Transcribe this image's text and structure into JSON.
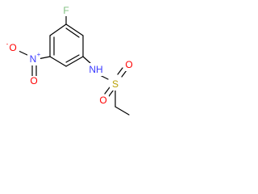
{
  "structure": {
    "atoms": {
      "fluorine": {
        "label": "F",
        "color": "#7fbf7f"
      },
      "nitro_nitrogen": {
        "label": "N",
        "color": "#3b3bff"
      },
      "nitro_charge": {
        "label": "+",
        "color": "#3b3bff"
      },
      "nitro_oxygen_left": {
        "label": "O",
        "color": "#ff0000"
      },
      "nitro_oxygen_left_charge": {
        "label": "-",
        "color": "#ff0000"
      },
      "nitro_oxygen_bottom": {
        "label": "O",
        "color": "#ff0000"
      },
      "amine": {
        "label": "NH",
        "color": "#3b3bff"
      },
      "sulfur": {
        "label": "S",
        "color": "#b8a000"
      },
      "sulfonyl_oxygen_top": {
        "label": "O",
        "color": "#ff0000"
      },
      "sulfonyl_oxygen_bottom": {
        "label": "O",
        "color": "#ff0000"
      }
    },
    "colors": {
      "bond": "#000000",
      "background": "#ffffff"
    }
  }
}
